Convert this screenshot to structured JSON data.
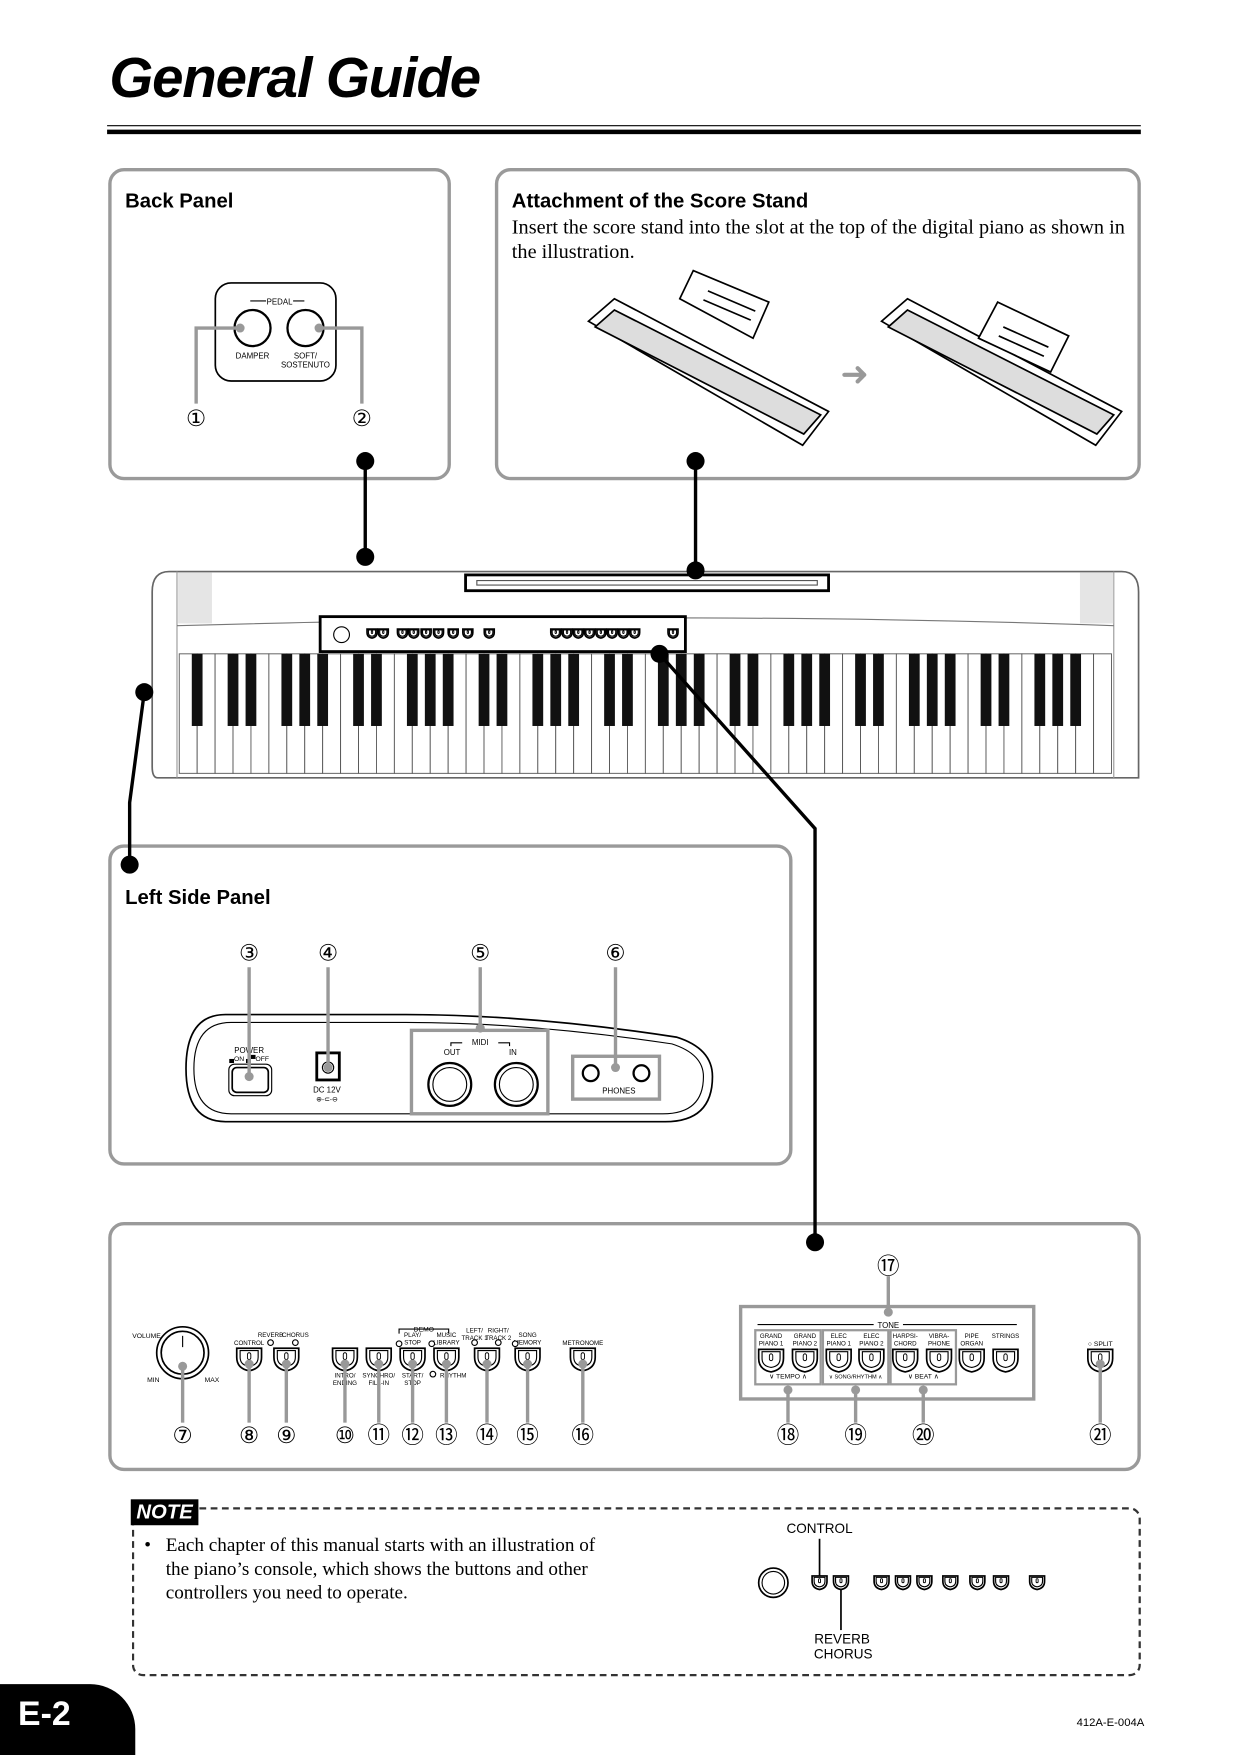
{
  "page_title": "General Guide",
  "back_panel": {
    "title": "Back Panel",
    "pedal_label": "PEDAL",
    "damper": "DAMPER",
    "soft_1": "SOFT/",
    "soft_2": "SOSTENUTO",
    "callouts": [
      "①",
      "②"
    ]
  },
  "score_stand": {
    "title": "Attachment of the Score Stand",
    "text": "Insert the score stand into the slot at the top of the digital piano as shown in the illustration."
  },
  "left_side_panel": {
    "title": "Left Side Panel",
    "callouts": [
      "③",
      "④",
      "⑤",
      "⑥"
    ],
    "power": "POWER",
    "power_onoff": "▄ON ▄▀OFF",
    "dc": "DC 12V",
    "polarity": "⊕-⊂-⊖",
    "midi": "MIDI",
    "midi_out": "OUT",
    "midi_in": "IN",
    "phones": "PHONES"
  },
  "console": {
    "volume": "VOLUME",
    "min": "MIN",
    "max": "MAX",
    "demo": "DEMO",
    "tone": "TONE",
    "buttons": [
      {
        "top": "CONTROL",
        "bottom": ""
      },
      {
        "top": "",
        "bottom": ""
      },
      {
        "top": "",
        "bottom": "INTRO/ ENDING"
      },
      {
        "top": "",
        "bottom": "SYNCHRO/ FILL-IN"
      },
      {
        "top": "PLAY/ STOP",
        "bottom": "START/ STOP"
      },
      {
        "top": "MUSIC LIBRARY",
        "bottom": "RHYTHM"
      },
      {
        "top": "",
        "bottom": ""
      },
      {
        "top": "SONG MEMORY",
        "bottom": ""
      },
      {
        "top": "METRONOME",
        "bottom": ""
      }
    ],
    "indicators": [
      "REVERB",
      "CHORUS",
      "LEFT/ TRACK 1",
      "RIGHT/ TRACK 2"
    ],
    "tones": [
      "GRAND PIANO 1",
      "GRAND PIANO 2",
      "ELEC PIANO 1",
      "ELEC PIANO 2",
      "HARPSI- CHORD",
      "VIBRA- PHONE",
      "PIPE ORGAN",
      "STRINGS"
    ],
    "tempo": "TEMPO",
    "song_rhythm": "SONG/RHYTHM",
    "beat": "BEAT",
    "split": "SPLIT",
    "callouts": [
      "⑦",
      "⑧",
      "⑨",
      "⑩",
      "⑪",
      "⑫",
      "⑬",
      "⑭",
      "⑮",
      "⑯",
      "⑰",
      "⑱",
      "⑲",
      "⑳",
      "㉑"
    ]
  },
  "note": {
    "tag": "NOTE",
    "bullet": "Each chapter of this manual starts with an illustration of the piano’s console, which shows the buttons and other controllers you need to operate.",
    "control_label": "CONTROL",
    "reverb_label": "REVERB",
    "chorus_label": "CHORUS"
  },
  "page_number": "E-2",
  "doc_code": "412A-E-004A"
}
